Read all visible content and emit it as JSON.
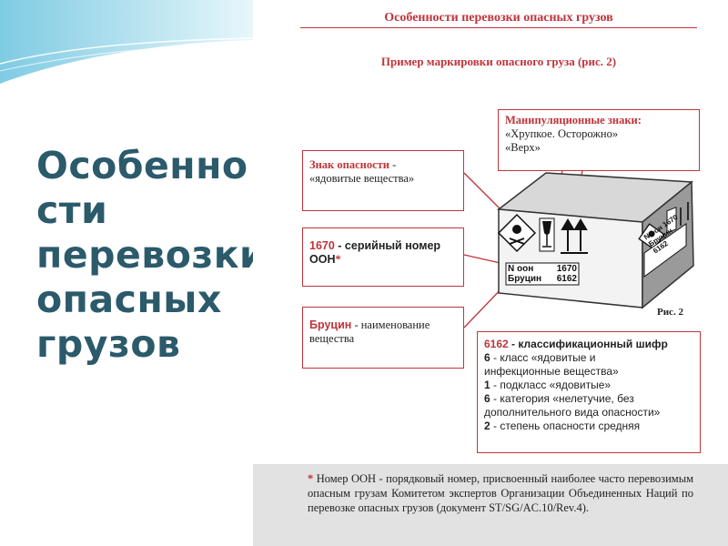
{
  "left": {
    "title": "Особенно\nсти\nперевозки\nопасных\nгрузов"
  },
  "slide": {
    "heading": "Особенности перевозки опасных грузов",
    "subheading": "Пример маркировки опасного груза (рис. 2)",
    "figure_caption": "Рис. 2"
  },
  "callouts": {
    "handling": {
      "title": "Манипуляционные знаки:",
      "line1": "«Хрупкое. Осторожно»",
      "line2": "«Верх»"
    },
    "hazard": {
      "title": "Знак опасности",
      "dash": " -",
      "desc": "«ядовитые вещества»"
    },
    "un": {
      "code": "1670",
      "text": " - серийный номер",
      "text2": "ООН",
      "star": "*"
    },
    "name": {
      "code": "Бруцин",
      "text": " - наименование",
      "text2": "вещества"
    },
    "class": {
      "code": "6162",
      "title": " - классификационный шифр",
      "items": [
        {
          "num": "6",
          "text": " - класс «ядовитые и",
          "text2": "инфекционные вещества»"
        },
        {
          "num": "1",
          "text": " - подкласс «ядовитые»",
          "text2": ""
        },
        {
          "num": "6",
          "text": " - категория «нелетучие, без",
          "text2": "дополнительного вида опасности»"
        },
        {
          "num": "2",
          "text": " - степень опасности средняя",
          "text2": ""
        }
      ]
    }
  },
  "box": {
    "label_front_line1_left": "N оон",
    "label_front_line1_right": "1670",
    "label_front_line2_left": "Бруцин",
    "label_front_line2_right": "6162"
  },
  "footnote": {
    "star": "*",
    "text": " Номер ООН - порядковый номер, присвоенный наиболее часто перевозимым опасным грузам Комитетом экспертов Организации Объединенных Наций по перевозке опасных грузов (документ ST/SG/AC.10/Rev.4)."
  },
  "colors": {
    "accent_red": "#c0343a",
    "title_teal": "#2b5a6b",
    "sky_blue": "#bfe6f2"
  }
}
